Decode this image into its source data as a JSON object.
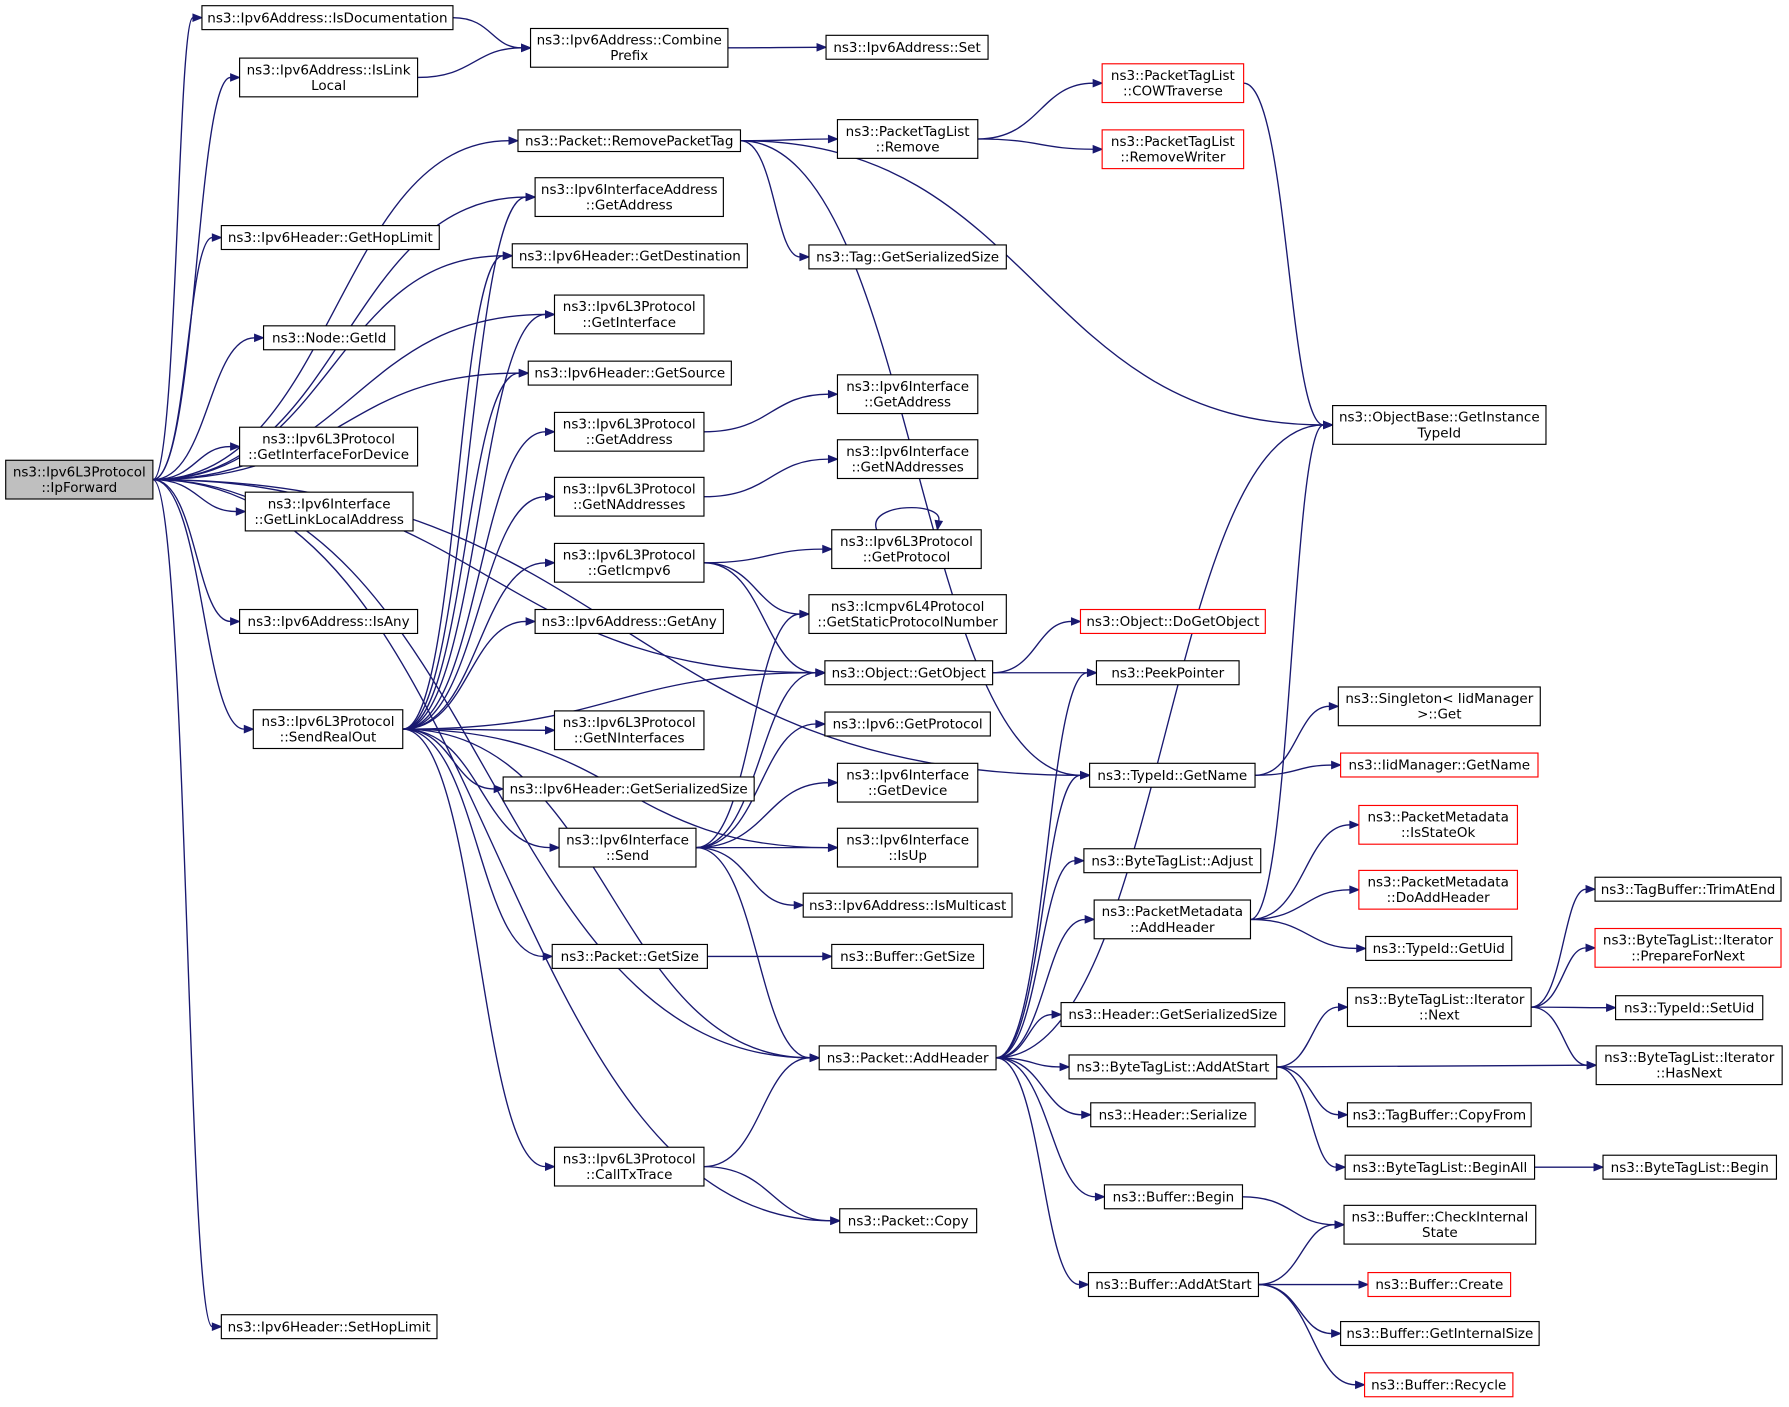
{
  "graph": {
    "nodes": [
      {
        "id": "ipforward",
        "lines": [
          "ns3::Ipv6L3Protocol",
          "::IpForward"
        ],
        "root": true
      },
      {
        "id": "isdoc",
        "lines": [
          "ns3::Ipv6Address::IsDocumentation"
        ]
      },
      {
        "id": "islinklocal",
        "lines": [
          "ns3::Ipv6Address::IsLink",
          "Local"
        ]
      },
      {
        "id": "combineprefix",
        "lines": [
          "ns3::Ipv6Address::Combine",
          "Prefix"
        ]
      },
      {
        "id": "addrset",
        "lines": [
          "ns3::Ipv6Address::Set"
        ]
      },
      {
        "id": "removepackettag",
        "lines": [
          "ns3::Packet::RemovePacketTag"
        ]
      },
      {
        "id": "ptl_remove",
        "lines": [
          "ns3::PacketTagList",
          "::Remove"
        ]
      },
      {
        "id": "ptl_cow",
        "lines": [
          "ns3::PacketTagList",
          "::COWTraverse"
        ],
        "truncated": true
      },
      {
        "id": "ptl_removewriter",
        "lines": [
          "ns3::PacketTagList",
          "::RemoveWriter"
        ],
        "truncated": true
      },
      {
        "id": "ifaddr_getaddress",
        "lines": [
          "ns3::Ipv6InterfaceAddress",
          "::GetAddress"
        ]
      },
      {
        "id": "tag_getser",
        "lines": [
          "ns3::Tag::GetSerializedSize"
        ]
      },
      {
        "id": "hdr_gethoplimit",
        "lines": [
          "ns3::Ipv6Header::GetHopLimit"
        ]
      },
      {
        "id": "hdr_getdest",
        "lines": [
          "ns3::Ipv6Header::GetDestination"
        ]
      },
      {
        "id": "l3_getinterface",
        "lines": [
          "ns3::Ipv6L3Protocol",
          "::GetInterface"
        ]
      },
      {
        "id": "node_getid",
        "lines": [
          "ns3::Node::GetId"
        ]
      },
      {
        "id": "hdr_getsource",
        "lines": [
          "ns3::Ipv6Header::GetSource"
        ]
      },
      {
        "id": "iface_getaddress",
        "lines": [
          "ns3::Ipv6Interface",
          "::GetAddress"
        ]
      },
      {
        "id": "l3_getaddress",
        "lines": [
          "ns3::Ipv6L3Protocol",
          "::GetAddress"
        ]
      },
      {
        "id": "l3_getifacefordev",
        "lines": [
          "ns3::Ipv6L3Protocol",
          "::GetInterfaceForDevice"
        ]
      },
      {
        "id": "ob_getinstancetypeid",
        "lines": [
          "ns3::ObjectBase::GetInstance",
          "TypeId"
        ]
      },
      {
        "id": "iface_getnaddr",
        "lines": [
          "ns3::Ipv6Interface",
          "::GetNAddresses"
        ]
      },
      {
        "id": "iface_getlinklocal",
        "lines": [
          "ns3::Ipv6Interface",
          "::GetLinkLocalAddress"
        ]
      },
      {
        "id": "l3_getnaddr",
        "lines": [
          "ns3::Ipv6L3Protocol",
          "::GetNAddresses"
        ]
      },
      {
        "id": "l3_geticmp",
        "lines": [
          "ns3::Ipv6L3Protocol",
          "::GetIcmpv6"
        ]
      },
      {
        "id": "l3_getprotocol",
        "lines": [
          "ns3::Ipv6L3Protocol",
          "::GetProtocol"
        ]
      },
      {
        "id": "icmp_getstatic",
        "lines": [
          "ns3::Icmpv6L4Protocol",
          "::GetStaticProtocolNumber"
        ]
      },
      {
        "id": "addr_isany",
        "lines": [
          "ns3::Ipv6Address::IsAny"
        ]
      },
      {
        "id": "addr_getany",
        "lines": [
          "ns3::Ipv6Address::GetAny"
        ]
      },
      {
        "id": "obj_dogetobject",
        "lines": [
          "ns3::Object::DoGetObject"
        ],
        "truncated": true
      },
      {
        "id": "obj_getobject",
        "lines": [
          "ns3::Object::GetObject"
        ]
      },
      {
        "id": "peekpointer",
        "lines": [
          "ns3::PeekPointer"
        ]
      },
      {
        "id": "singleton_get",
        "lines": [
          "ns3::Singleton< IidManager",
          ">::Get"
        ]
      },
      {
        "id": "sendrealout",
        "lines": [
          "ns3::Ipv6L3Protocol",
          "::SendRealOut"
        ]
      },
      {
        "id": "l3_getninterfaces",
        "lines": [
          "ns3::Ipv6L3Protocol",
          "::GetNInterfaces"
        ]
      },
      {
        "id": "ipv6_getprotocol",
        "lines": [
          "ns3::Ipv6::GetProtocol"
        ]
      },
      {
        "id": "typeid_getname",
        "lines": [
          "ns3::TypeId::GetName"
        ]
      },
      {
        "id": "iid_getname",
        "lines": [
          "ns3::IidManager::GetName"
        ],
        "truncated": true
      },
      {
        "id": "hdr_getserialized",
        "lines": [
          "ns3::Ipv6Header::GetSerializedSize"
        ]
      },
      {
        "id": "iface_getdevice",
        "lines": [
          "ns3::Ipv6Interface",
          "::GetDevice"
        ]
      },
      {
        "id": "pm_isstateok",
        "lines": [
          "ns3::PacketMetadata",
          "::IsStateOk"
        ],
        "truncated": true
      },
      {
        "id": "iface_send",
        "lines": [
          "ns3::Ipv6Interface",
          "::Send"
        ]
      },
      {
        "id": "iface_isup",
        "lines": [
          "ns3::Ipv6Interface",
          "::IsUp"
        ]
      },
      {
        "id": "btl_adjust",
        "lines": [
          "ns3::ByteTagList::Adjust"
        ]
      },
      {
        "id": "tb_trimatend",
        "lines": [
          "ns3::TagBuffer::TrimAtEnd"
        ]
      },
      {
        "id": "pm_doaddheader",
        "lines": [
          "ns3::PacketMetadata",
          "::DoAddHeader"
        ],
        "truncated": true
      },
      {
        "id": "addr_ismulticast",
        "lines": [
          "ns3::Ipv6Address::IsMulticast"
        ]
      },
      {
        "id": "pm_addheader",
        "lines": [
          "ns3::PacketMetadata",
          "::AddHeader"
        ]
      },
      {
        "id": "btl_it_prepare",
        "lines": [
          "ns3::ByteTagList::Iterator",
          "::PrepareForNext"
        ],
        "truncated": true
      },
      {
        "id": "typeid_getuid",
        "lines": [
          "ns3::TypeId::GetUid"
        ]
      },
      {
        "id": "packet_getsize",
        "lines": [
          "ns3::Packet::GetSize"
        ]
      },
      {
        "id": "buffer_getsize",
        "lines": [
          "ns3::Buffer::GetSize"
        ]
      },
      {
        "id": "btl_it_next",
        "lines": [
          "ns3::ByteTagList::Iterator",
          "::Next"
        ]
      },
      {
        "id": "header_getser",
        "lines": [
          "ns3::Header::GetSerializedSize"
        ]
      },
      {
        "id": "typeid_setuid",
        "lines": [
          "ns3::TypeId::SetUid"
        ]
      },
      {
        "id": "packet_addheader",
        "lines": [
          "ns3::Packet::AddHeader"
        ]
      },
      {
        "id": "btl_addatstart",
        "lines": [
          "ns3::ByteTagList::AddAtStart"
        ]
      },
      {
        "id": "btl_it_hasnext",
        "lines": [
          "ns3::ByteTagList::Iterator",
          "::HasNext"
        ]
      },
      {
        "id": "header_serialize",
        "lines": [
          "ns3::Header::Serialize"
        ]
      },
      {
        "id": "tb_copyfrom",
        "lines": [
          "ns3::TagBuffer::CopyFrom"
        ]
      },
      {
        "id": "l3_calltxtrace",
        "lines": [
          "ns3::Ipv6L3Protocol",
          "::CallTxTrace"
        ]
      },
      {
        "id": "btl_beginall",
        "lines": [
          "ns3::ByteTagList::BeginAll"
        ]
      },
      {
        "id": "btl_begin",
        "lines": [
          "ns3::ByteTagList::Begin"
        ]
      },
      {
        "id": "buffer_begin",
        "lines": [
          "ns3::Buffer::Begin"
        ]
      },
      {
        "id": "buffer_checkinternal",
        "lines": [
          "ns3::Buffer::CheckInternal",
          "State"
        ]
      },
      {
        "id": "packet_copy",
        "lines": [
          "ns3::Packet::Copy"
        ]
      },
      {
        "id": "buffer_addatstart",
        "lines": [
          "ns3::Buffer::AddAtStart"
        ]
      },
      {
        "id": "buffer_create",
        "lines": [
          "ns3::Buffer::Create"
        ],
        "truncated": true
      },
      {
        "id": "hdr_sethoplimit",
        "lines": [
          "ns3::Ipv6Header::SetHopLimit"
        ]
      },
      {
        "id": "buffer_getinternalsize",
        "lines": [
          "ns3::Buffer::GetInternalSize"
        ]
      },
      {
        "id": "buffer_recycle",
        "lines": [
          "ns3::Buffer::Recycle"
        ],
        "truncated": true
      }
    ],
    "edges": [
      [
        "ipforward",
        "isdoc"
      ],
      [
        "ipforward",
        "islinklocal"
      ],
      [
        "ipforward",
        "removepackettag"
      ],
      [
        "ipforward",
        "ifaddr_getaddress"
      ],
      [
        "ipforward",
        "hdr_gethoplimit"
      ],
      [
        "ipforward",
        "hdr_getdest"
      ],
      [
        "ipforward",
        "node_getid"
      ],
      [
        "ipforward",
        "l3_getinterface"
      ],
      [
        "ipforward",
        "l3_getifacefordev"
      ],
      [
        "ipforward",
        "iface_getlinklocal"
      ],
      [
        "ipforward",
        "hdr_getsource"
      ],
      [
        "ipforward",
        "addr_isany"
      ],
      [
        "ipforward",
        "obj_getobject"
      ],
      [
        "ipforward",
        "sendrealout"
      ],
      [
        "ipforward",
        "typeid_getname"
      ],
      [
        "ipforward",
        "packet_addheader"
      ],
      [
        "ipforward",
        "packet_copy"
      ],
      [
        "ipforward",
        "hdr_sethoplimit"
      ],
      [
        "isdoc",
        "combineprefix"
      ],
      [
        "islinklocal",
        "combineprefix"
      ],
      [
        "combineprefix",
        "addrset"
      ],
      [
        "removepackettag",
        "ptl_remove"
      ],
      [
        "removepackettag",
        "tag_getser"
      ],
      [
        "removepackettag",
        "ob_getinstancetypeid"
      ],
      [
        "removepackettag",
        "typeid_getname"
      ],
      [
        "ptl_remove",
        "ptl_cow"
      ],
      [
        "ptl_remove",
        "ptl_removewriter"
      ],
      [
        "ptl_cow",
        "ob_getinstancetypeid"
      ],
      [
        "sendrealout",
        "ifaddr_getaddress"
      ],
      [
        "sendrealout",
        "hdr_getdest"
      ],
      [
        "sendrealout",
        "l3_getinterface"
      ],
      [
        "sendrealout",
        "hdr_getsource"
      ],
      [
        "sendrealout",
        "l3_getaddress"
      ],
      [
        "sendrealout",
        "l3_getnaddr"
      ],
      [
        "sendrealout",
        "l3_geticmp"
      ],
      [
        "sendrealout",
        "addr_getany"
      ],
      [
        "sendrealout",
        "obj_getobject"
      ],
      [
        "sendrealout",
        "l3_getninterfaces"
      ],
      [
        "sendrealout",
        "hdr_getserialized"
      ],
      [
        "sendrealout",
        "iface_send"
      ],
      [
        "sendrealout",
        "iface_isup"
      ],
      [
        "sendrealout",
        "packet_getsize"
      ],
      [
        "sendrealout",
        "packet_addheader"
      ],
      [
        "sendrealout",
        "l3_calltxtrace"
      ],
      [
        "l3_getaddress",
        "iface_getaddress"
      ],
      [
        "l3_getnaddr",
        "iface_getnaddr"
      ],
      [
        "l3_geticmp",
        "l3_getprotocol"
      ],
      [
        "l3_geticmp",
        "icmp_getstatic"
      ],
      [
        "l3_geticmp",
        "obj_getobject"
      ],
      [
        "l3_getprotocol",
        "l3_getprotocol"
      ],
      [
        "obj_getobject",
        "obj_dogetobject"
      ],
      [
        "obj_getobject",
        "peekpointer"
      ],
      [
        "iface_send",
        "icmp_getstatic"
      ],
      [
        "iface_send",
        "obj_getobject"
      ],
      [
        "iface_send",
        "ipv6_getprotocol"
      ],
      [
        "iface_send",
        "iface_getdevice"
      ],
      [
        "iface_send",
        "iface_isup"
      ],
      [
        "iface_send",
        "addr_ismulticast"
      ],
      [
        "iface_send",
        "packet_addheader"
      ],
      [
        "packet_getsize",
        "buffer_getsize"
      ],
      [
        "packet_addheader",
        "peekpointer"
      ],
      [
        "packet_addheader",
        "typeid_getname"
      ],
      [
        "packet_addheader",
        "btl_adjust"
      ],
      [
        "packet_addheader",
        "pm_addheader"
      ],
      [
        "packet_addheader",
        "header_getser"
      ],
      [
        "packet_addheader",
        "btl_addatstart"
      ],
      [
        "packet_addheader",
        "header_serialize"
      ],
      [
        "packet_addheader",
        "buffer_begin"
      ],
      [
        "packet_addheader",
        "buffer_addatstart"
      ],
      [
        "packet_addheader",
        "ob_getinstancetypeid"
      ],
      [
        "typeid_getname",
        "singleton_get"
      ],
      [
        "typeid_getname",
        "iid_getname"
      ],
      [
        "pm_addheader",
        "pm_isstateok"
      ],
      [
        "pm_addheader",
        "pm_doaddheader"
      ],
      [
        "pm_addheader",
        "typeid_getuid"
      ],
      [
        "pm_addheader",
        "ob_getinstancetypeid"
      ],
      [
        "btl_addatstart",
        "btl_it_next"
      ],
      [
        "btl_addatstart",
        "btl_it_hasnext"
      ],
      [
        "btl_addatstart",
        "tb_copyfrom"
      ],
      [
        "btl_addatstart",
        "btl_beginall"
      ],
      [
        "btl_it_next",
        "tb_trimatend"
      ],
      [
        "btl_it_next",
        "btl_it_prepare"
      ],
      [
        "btl_it_next",
        "typeid_setuid"
      ],
      [
        "btl_it_next",
        "btl_it_hasnext"
      ],
      [
        "btl_beginall",
        "btl_begin"
      ],
      [
        "buffer_begin",
        "buffer_checkinternal"
      ],
      [
        "buffer_addatstart",
        "buffer_checkinternal"
      ],
      [
        "buffer_addatstart",
        "buffer_create"
      ],
      [
        "buffer_addatstart",
        "buffer_getinternalsize"
      ],
      [
        "buffer_addatstart",
        "buffer_recycle"
      ],
      [
        "l3_calltxtrace",
        "packet_addheader"
      ],
      [
        "l3_calltxtrace",
        "packet_copy"
      ]
    ]
  },
  "colors": {
    "edge": "#191970",
    "truncated_border": "#ff0000",
    "root_fill": "#bfbfbf",
    "node_border": "#000000"
  }
}
